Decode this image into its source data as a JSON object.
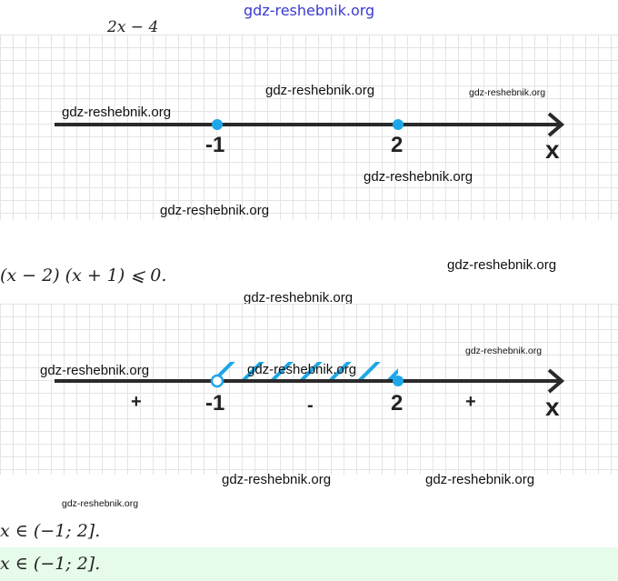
{
  "header_watermark": "gdz-reshebnik.org",
  "expr_top": "2x − 4",
  "line1": {
    "points": [
      "-1",
      "2"
    ],
    "axis": "x"
  },
  "inequality": "(x − 2) (x + 1)  ⩽  0.",
  "line2": {
    "points": [
      "-1",
      "2"
    ],
    "axis": "x",
    "signs": [
      "+",
      "-",
      "+"
    ]
  },
  "answer1": "x ∈ (−1;  2].",
  "answer2": "x ∈ (−1;  2].",
  "watermark": "gdz-reshebnik.org",
  "colors": {
    "point": "#1ea7e8",
    "answer_bg": "#e6fbea"
  }
}
